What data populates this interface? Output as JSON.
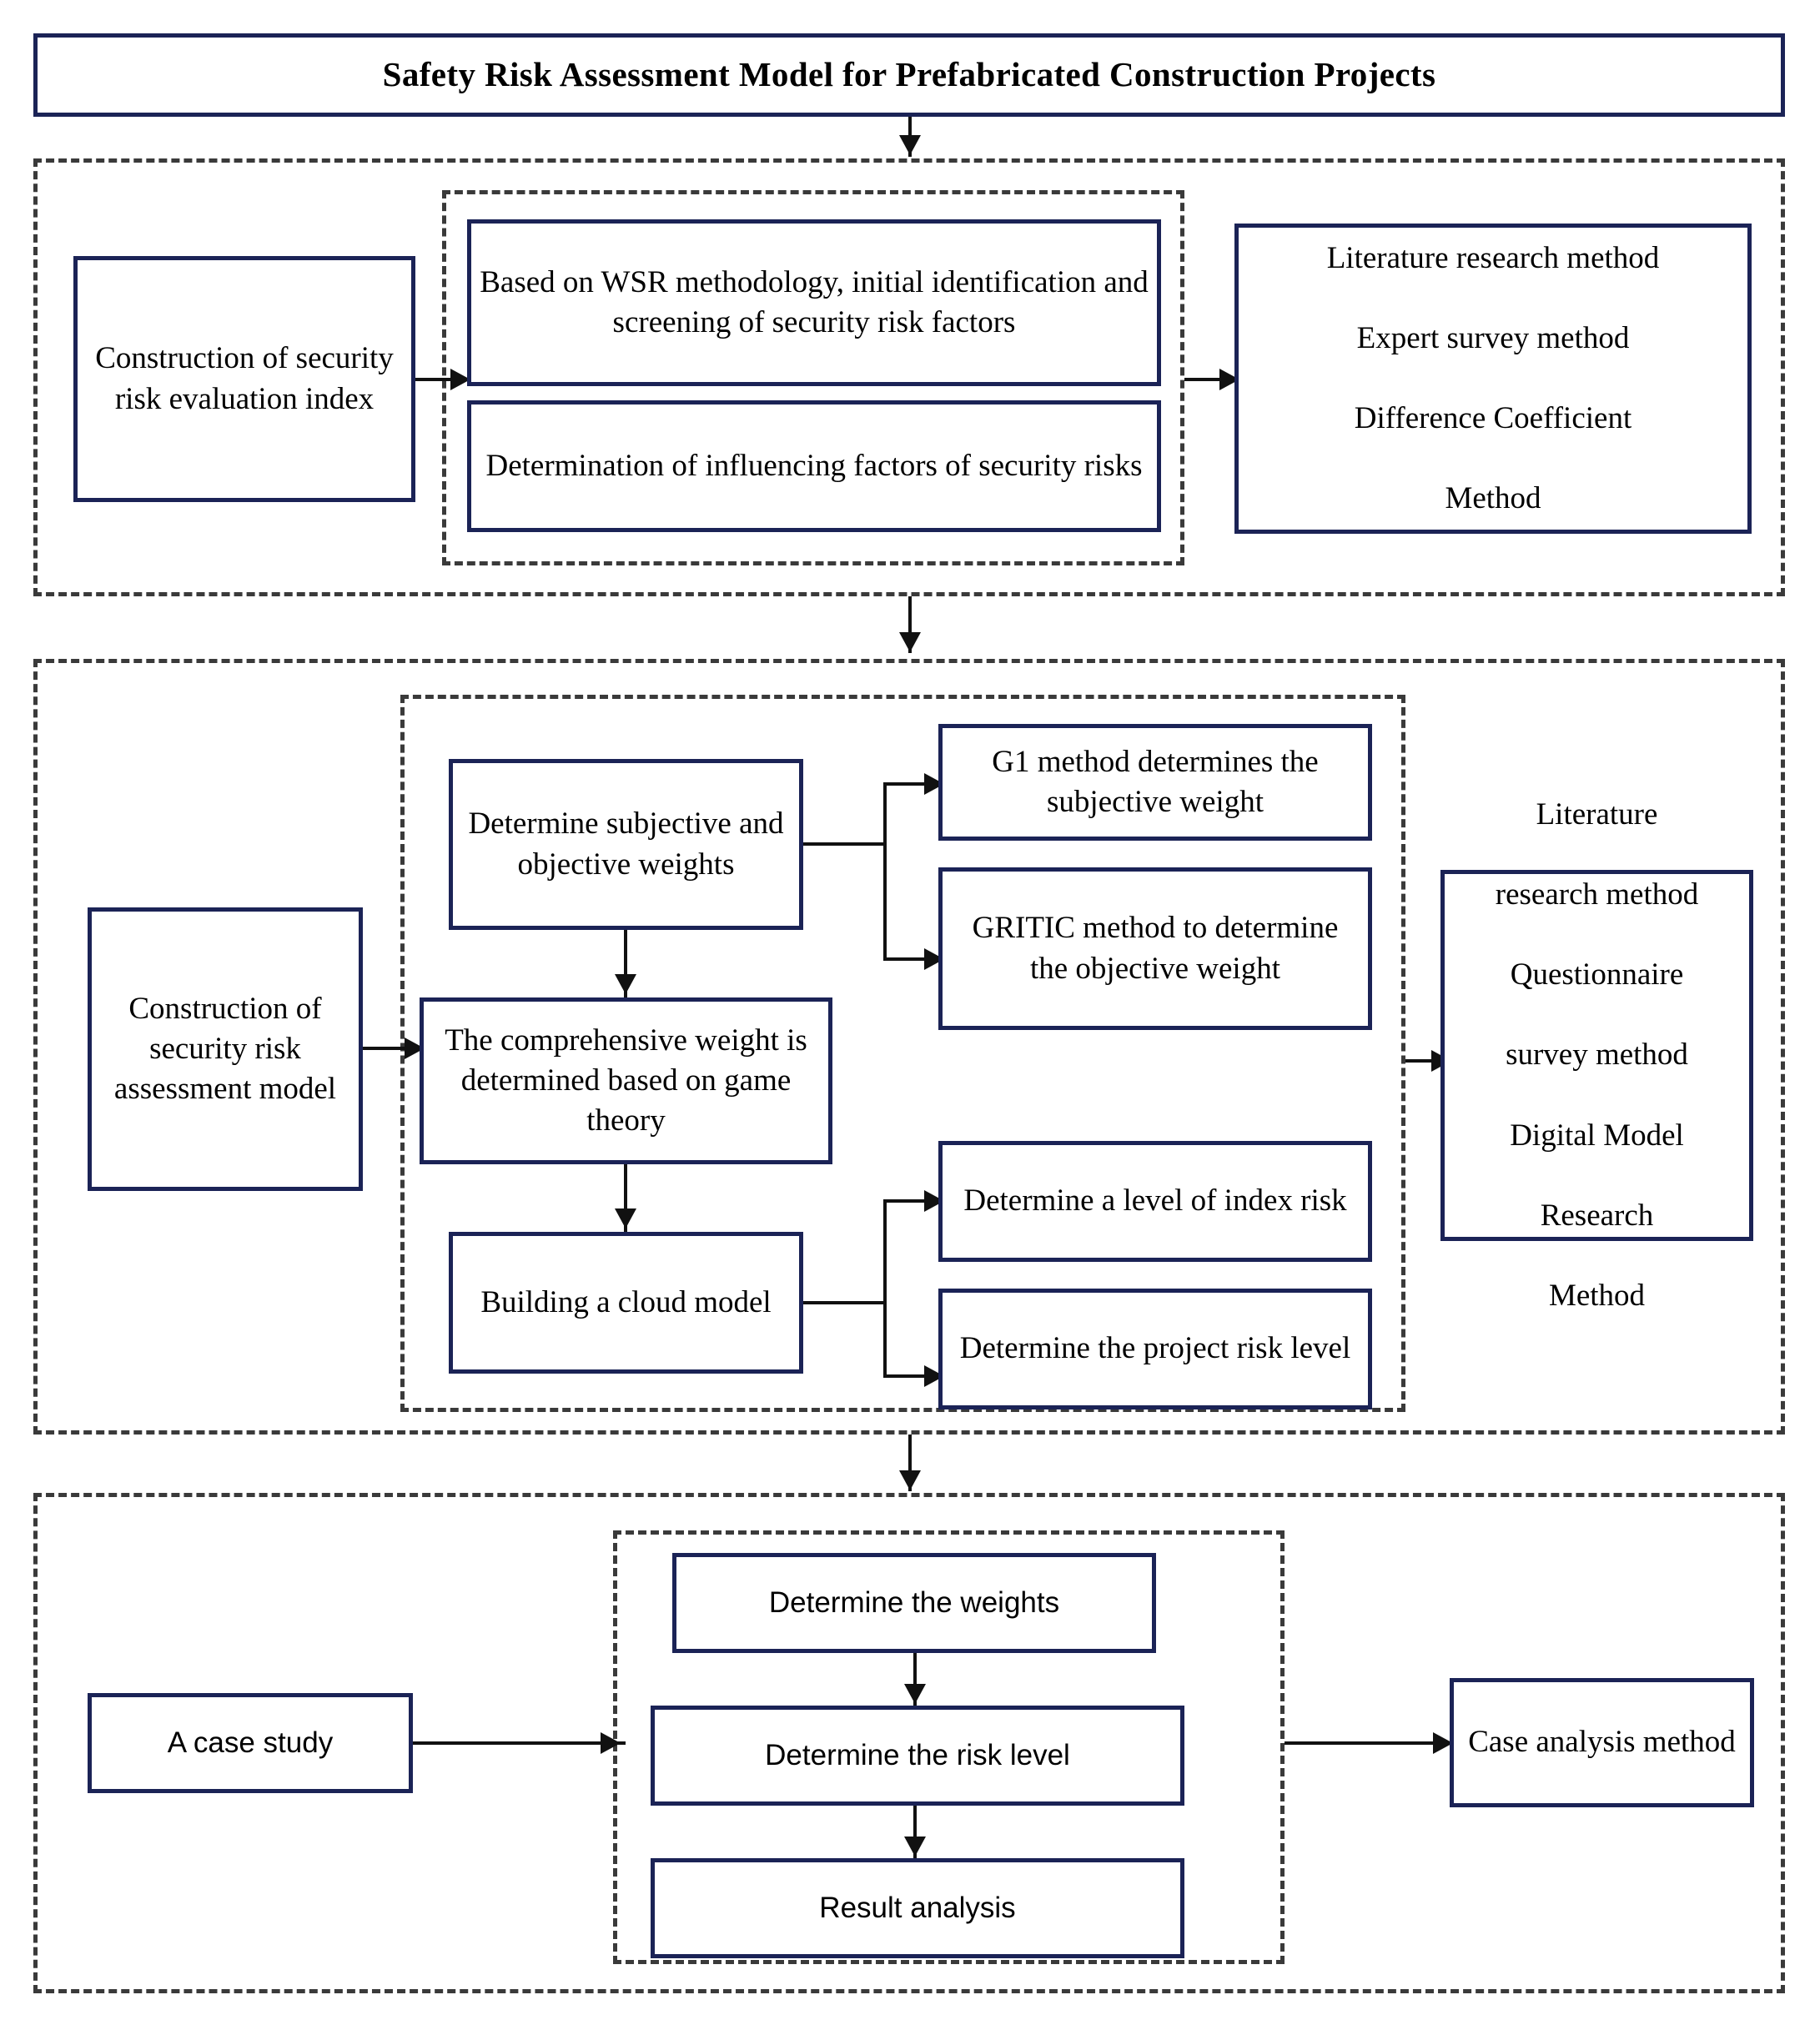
{
  "title": {
    "text": "Safety Risk Assessment Model for Prefabricated Construction Projects"
  },
  "sections": [
    {
      "id": "section-1",
      "left_box": "Construction of security risk evaluation index",
      "inner_boxes": [
        "Based on WSR methodology, initial identification and screening of security risk factors",
        "Determination of influencing factors of security risks"
      ],
      "right_box": "Literature research method\nExpert survey method\nDifference Coefficient Method",
      "right_box_lines": [
        "Literature research method",
        "Expert survey method",
        "Difference Coefficient",
        "Method"
      ]
    },
    {
      "id": "section-2",
      "left_box": "Construction of security risk assessment model",
      "flow_boxes": [
        "Determine subjective and objective weights",
        "The comprehensive weight is determined based on game theory",
        "Building a cloud model"
      ],
      "branch_boxes_top": [
        "G1 method determines the subjective weight",
        "GRITIC method to determine the objective weight"
      ],
      "branch_boxes_bottom": [
        "Determine a level of index risk",
        "Determine the project risk level"
      ],
      "right_box_lines": [
        "Literature",
        "research method",
        "Questionnaire",
        "survey method",
        "Digital Model",
        "Research",
        "Method"
      ]
    },
    {
      "id": "section-3",
      "left_box": "A case study",
      "flow_boxes": [
        "Determine the weights",
        "Determine the risk level",
        "Result analysis"
      ],
      "right_box": "Case analysis method"
    }
  ],
  "colors": {
    "box_border": "#1b2356",
    "dash_border": "#3a3a3a",
    "connector": "#111111",
    "background": "#ffffff",
    "text": "#000000"
  }
}
